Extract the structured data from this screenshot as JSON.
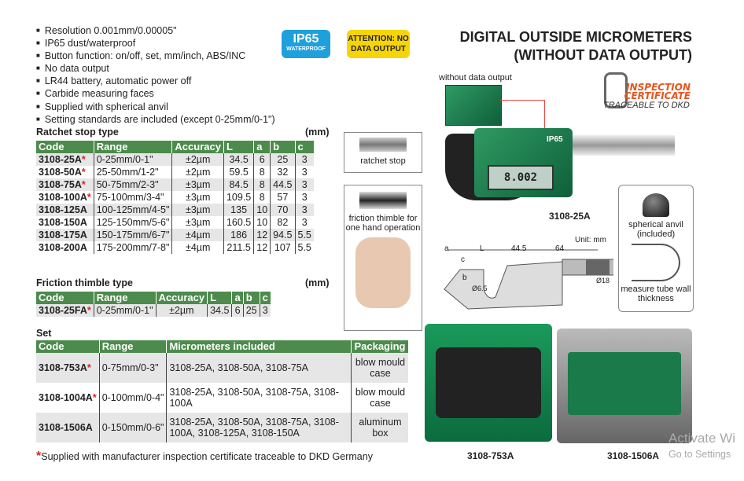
{
  "features": [
    "Resolution 0.001mm/0.00005\"",
    "IP65 dust/waterproof",
    "Button function: on/off, set, mm/inch, ABS/INC",
    "No data output",
    "LR44 battery, automatic power off",
    "Carbide measuring faces",
    "Supplied with spherical anvil",
    "Setting standards are included (except 0-25mm/0-1\")"
  ],
  "badges": {
    "ip": "IP65",
    "ip_sub": "WATERPROOF",
    "attention": "ATTENTION: NO DATA OUTPUT"
  },
  "title": {
    "line1": "DIGITAL OUTSIDE MICROMETERS",
    "line2": "(WITHOUT DATA OUTPUT)"
  },
  "cert": {
    "line1": "INSPECTION",
    "line2": "CERTIFICATE",
    "line3": "TRACEABLE TO DKD"
  },
  "unit": "(mm)",
  "ratchet": {
    "heading": "Ratchet stop type",
    "headers": [
      "Code",
      "Range",
      "Accuracy",
      "L",
      "a",
      "b",
      "c"
    ],
    "rows": [
      [
        "3108-25A",
        "*",
        "0-25mm/0-1\"",
        "±2µm",
        "34.5",
        "6",
        "25",
        "3"
      ],
      [
        "3108-50A",
        "*",
        "25-50mm/1-2\"",
        "±2µm",
        "59.5",
        "8",
        "32",
        "3"
      ],
      [
        "3108-75A",
        "*",
        "50-75mm/2-3\"",
        "±3µm",
        "84.5",
        "8",
        "44.5",
        "3"
      ],
      [
        "3108-100A",
        "*",
        "75-100mm/3-4\"",
        "±3µm",
        "109.5",
        "8",
        "57",
        "3"
      ],
      [
        "3108-125A",
        "",
        "100-125mm/4-5\"",
        "±3µm",
        "135",
        "10",
        "70",
        "3"
      ],
      [
        "3108-150A",
        "",
        "125-150mm/5-6\"",
        "±3µm",
        "160.5",
        "10",
        "82",
        "3"
      ],
      [
        "3108-175A",
        "",
        "150-175mm/6-7\"",
        "±4µm",
        "186",
        "12",
        "94.5",
        "5.5"
      ],
      [
        "3108-200A",
        "",
        "175-200mm/7-8\"",
        "±4µm",
        "211.5",
        "12",
        "107",
        "5.5"
      ]
    ]
  },
  "friction": {
    "heading": "Friction thimble type",
    "rows": [
      [
        "3108-25FA",
        "*",
        "0-25mm/0-1\"",
        "±2µm",
        "34.5",
        "6",
        "25",
        "3"
      ]
    ]
  },
  "set": {
    "heading": "Set",
    "headers": [
      "Code",
      "Range",
      "Micrometers included",
      "Packaging"
    ],
    "rows": [
      [
        "3108-753A",
        "*",
        "0-75mm/0-3\"",
        "3108-25A, 3108-50A, 3108-75A",
        "blow mould case"
      ],
      [
        "3108-1004A",
        "*",
        "0-100mm/0-4\"",
        "3108-25A, 3108-50A, 3108-75A, 3108-100A",
        "blow mould case"
      ],
      [
        "3108-1506A",
        "",
        "0-150mm/0-6\"",
        "3108-25A, 3108-50A, 3108-75A, 3108-100A, 3108-125A, 3108-150A",
        "aluminum box"
      ]
    ]
  },
  "footnote": {
    "star": "*",
    "text": "Supplied with manufacturer inspection certificate traceable to DKD Germany"
  },
  "images": {
    "without_data": "without data output",
    "ratchet_stop": "ratchet stop",
    "friction": "friction thimble for one hand operation",
    "model": "3108-25A",
    "display": "8.002",
    "anvil": "spherical anvil (included)",
    "tube": "measure tube wall thickness",
    "unit_mm": "Unit: mm",
    "dims": [
      "a",
      "L",
      "44.5",
      "64",
      "c",
      "b",
      "Ø6.5",
      "Ø18"
    ],
    "set1": "3108-753A",
    "set2": "3108-1506A"
  },
  "watermark": {
    "line1": "Activate Wi",
    "line2": "Go to Settings"
  }
}
